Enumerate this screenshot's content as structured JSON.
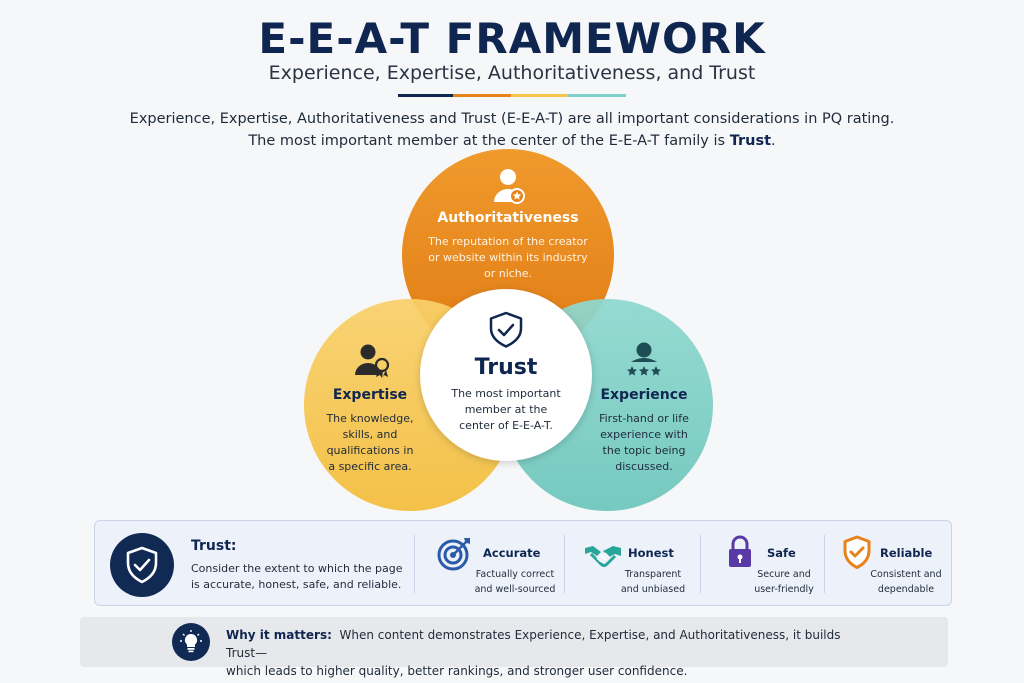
{
  "header": {
    "title": "E-E-A-T FRAMEWORK",
    "subtitle": "Experience, Expertise, Authoritativeness, and Trust",
    "intro_line1": "Experience, Expertise, Authoritativeness and Trust (E-E-A-T) are all important considerations in PQ rating.",
    "intro_line2_pre": "The most important member at the center of the E-E-A-T family is ",
    "intro_line2_strong": "Trust",
    "intro_line2_post": "."
  },
  "colors": {
    "navy": "#0f2650",
    "orange": "#e8831a",
    "yellow": "#f6c64a",
    "teal": "#7fd0c6",
    "deco": [
      "#0f2650",
      "#e8831a",
      "#f6c64a",
      "#7fd0c6"
    ]
  },
  "venn": {
    "authoritativeness": {
      "icon": "user-star-icon",
      "title": "Authoritativeness",
      "desc": [
        "The reputation of the creator",
        "or website within its industry",
        "or niche."
      ]
    },
    "expertise": {
      "icon": "user-award-icon",
      "title": "Expertise",
      "desc": [
        "The knowledge,",
        "skills, and",
        "qualifications in",
        "a specific area."
      ]
    },
    "experience": {
      "icon": "user-stars-icon",
      "title": "Experience",
      "desc": [
        "First-hand or life",
        "experience with",
        "the topic being",
        "discussed."
      ]
    },
    "trust": {
      "icon": "shield-check-icon",
      "title": "Trust",
      "desc": [
        "The most important",
        "member at the",
        "center of E-E-A-T."
      ]
    }
  },
  "trust_panel": {
    "title": "Trust:",
    "desc": "Consider the extent to which the page is accurate, honest, safe, and reliable.",
    "qualities": [
      {
        "icon": "target-icon",
        "title": "Accurate",
        "desc": [
          "Factually correct",
          "and well-sourced"
        ]
      },
      {
        "icon": "handshake-icon",
        "title": "Honest",
        "desc": [
          "Transparent",
          "and unbiased"
        ]
      },
      {
        "icon": "lock-icon",
        "title": "Safe",
        "desc": [
          "Secure and",
          "user-friendly"
        ]
      },
      {
        "icon": "shield-check-icon",
        "title": "Reliable",
        "desc": [
          "Consistent and",
          "dependable"
        ]
      }
    ]
  },
  "why": {
    "label": "Why it matters:",
    "text1": "When content demonstrates Experience, Expertise, and Authoritativeness, it builds Trust—",
    "text2": "which leads to higher quality, better rankings, and stronger user confidence."
  }
}
